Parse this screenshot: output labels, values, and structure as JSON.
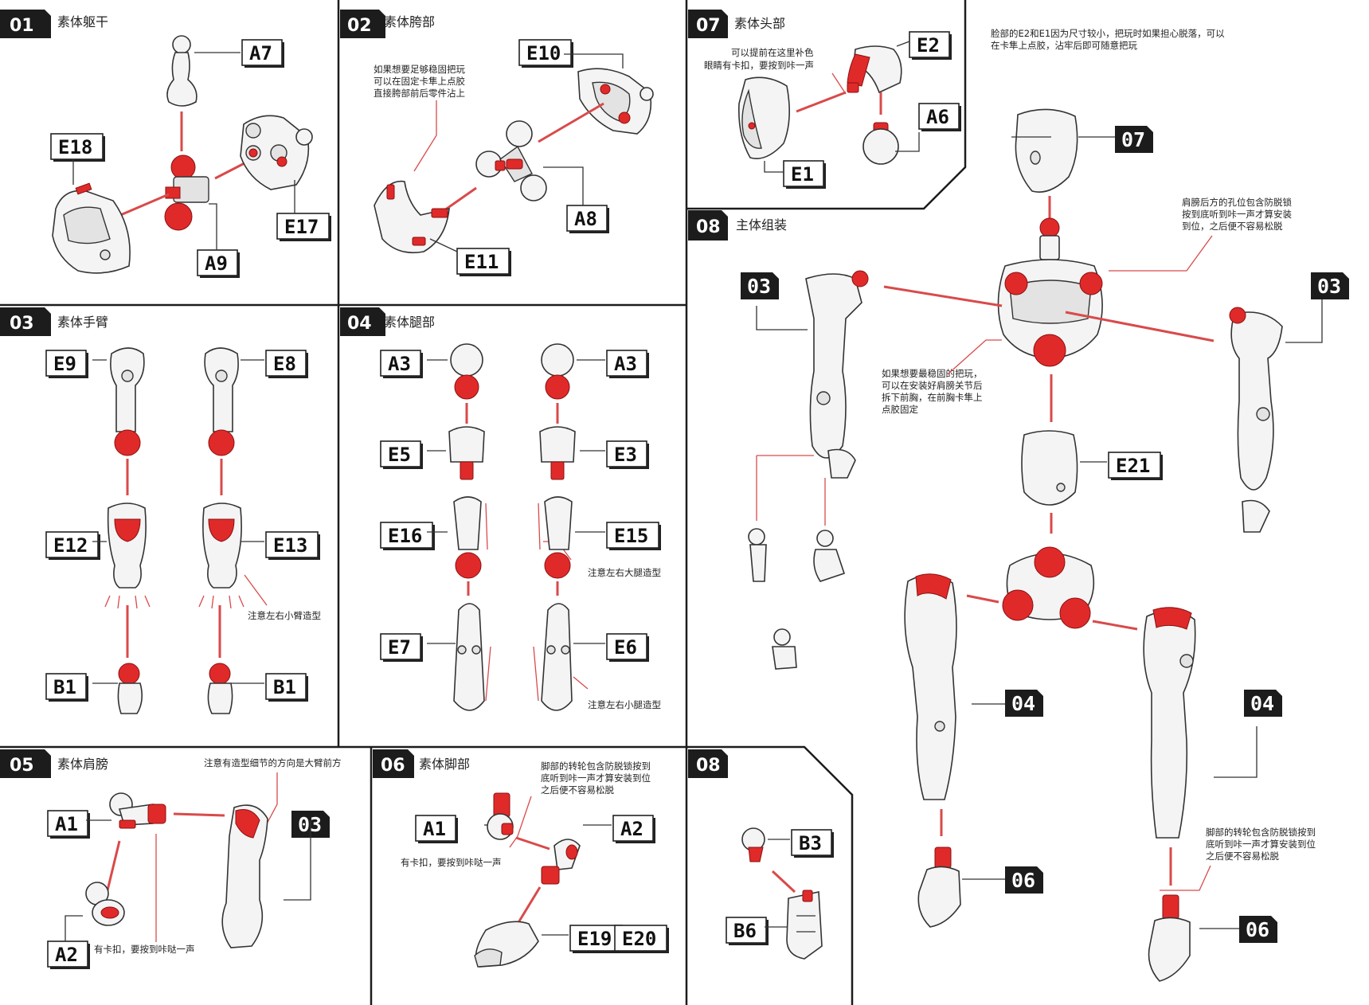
{
  "colors": {
    "accent": "#e02a2a",
    "ink": "#1c1c1c",
    "panel_bg": "#ffffff"
  },
  "steps": [
    {
      "num": "01",
      "title": "素体躯干"
    },
    {
      "num": "02",
      "title": "素体胯部"
    },
    {
      "num": "07",
      "title": "素体头部"
    },
    {
      "num": "08",
      "title": "主体组装"
    },
    {
      "num": "03",
      "title": "素体手臂"
    },
    {
      "num": "04",
      "title": "素体腿部"
    },
    {
      "num": "05",
      "title": "素体肩膀"
    },
    {
      "num": "06",
      "title": "素体脚部"
    },
    {
      "num": "08",
      "title": ""
    }
  ],
  "parts": {
    "s1": [
      "A7",
      "E18",
      "E17",
      "A9"
    ],
    "s2": [
      "E10",
      "A8",
      "E11"
    ],
    "s7": [
      "E2",
      "A6",
      "E1"
    ],
    "s3": [
      "E9",
      "E8",
      "E12",
      "E13",
      "B1",
      "B1"
    ],
    "s4": [
      "A3",
      "A3",
      "E5",
      "E3",
      "E16",
      "E15",
      "E7",
      "E6"
    ],
    "s5": [
      "A1",
      "A2"
    ],
    "s6": [
      "A1",
      "A2",
      "E19",
      "E20"
    ],
    "s8b": [
      "B3",
      "B6"
    ],
    "s8": [
      "E21"
    ]
  },
  "refs": [
    "03",
    "07",
    "03",
    "04",
    "04",
    "06",
    "06",
    "03"
  ],
  "notes": {
    "n02": [
      "如果想要足够稳固把玩",
      "可以在固定卡隼上点胶",
      "直接胯部前后零件沾上"
    ],
    "n07a": [
      "可以提前在这里补色",
      "眼睛有卡扣，要按到咔一声"
    ],
    "n07b": [
      "脸部的E2和E1因为尺寸较小，把玩时如果担心脱落，可以",
      "在卡隼上点胶，沾牢后即可随意把玩"
    ],
    "n08a": [
      "肩膀后方的孔位包含防脱锁",
      "按到底听到咔一声才算安装",
      "到位，之后便不容易松脱"
    ],
    "n08b": [
      "如果想要最稳固的把玩，",
      "可以在安装好肩膀关节后",
      "拆下前胸，在前胸卡隼上",
      "点胶固定"
    ],
    "n08c": [
      "脚部的转轮包含防脱锁按到",
      "底听到咔一声才算安装到位",
      "之后便不容易松脱"
    ],
    "n03": "注意左右小臂造型",
    "n04a": "注意左右大腿造型",
    "n04b": "注意左右小腿造型",
    "n05a": "注意有造型细节的方向是大臂前方",
    "n05b": "有卡扣，要按到咔哒一声",
    "n06a": [
      "脚部的转轮包含防脱锁按到",
      "底听到咔一声才算安装到位",
      "之后便不容易松脱"
    ],
    "n06b": "有卡扣，要按到咔哒一声"
  }
}
